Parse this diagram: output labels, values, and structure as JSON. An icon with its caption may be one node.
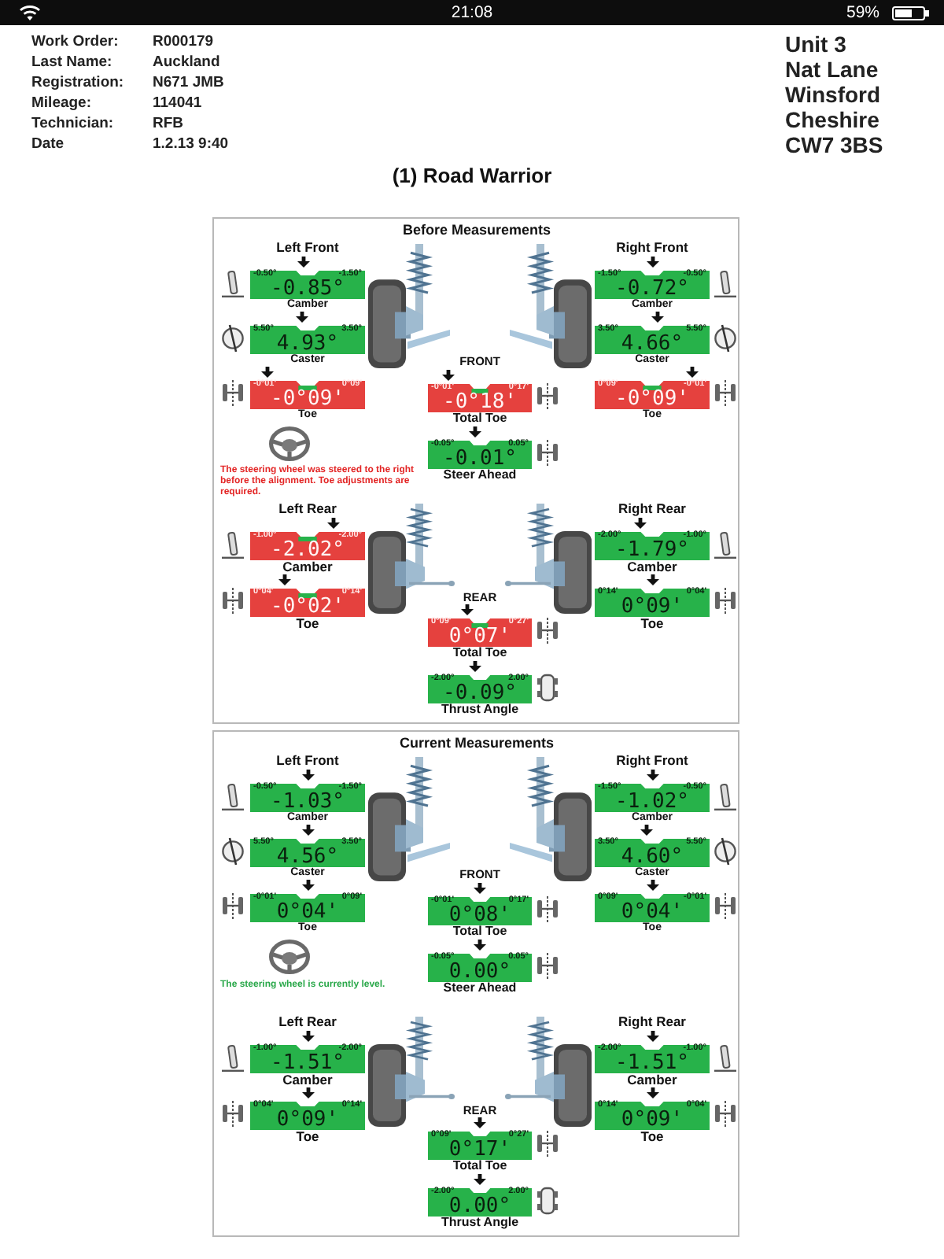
{
  "diagram": {
    "title": "(1) Road Warrior",
    "nodes": [
      {
        "text": [
          "Before Measurements"
        ]
      },
      {
        "text": [
          "-0.50°",
          "-1.50°",
          "-0.85°"
        ],
        "beside": [
          "Camber"
        ],
        "in": 0
      },
      {
        "text": [
          "-1.50°",
          "-0.50°",
          "-0.72°"
        ],
        "beside": [
          "Camber"
        ],
        "in": 0
      },
      {
        "text": [
          "5.50°",
          "3.50°",
          "4.93°"
        ],
        "beside": [
          "Caster"
        ],
        "in": 0
      },
      {
        "text": [
          "3.50°",
          "5.50°",
          "4.66°"
        ],
        "beside": [
          "Caster"
        ],
        "in": 0
      },
      {
        "text": [
          "-0°01'",
          "0°09'",
          "-0°09'"
        ],
        "beside": [
          "Toe"
        ],
        "in": 0
      },
      {
        "text": [
          "0°09'",
          "-0°01'",
          "-0°09'"
        ],
        "beside": [
          "Toe"
        ],
        "in": 0
      },
      {
        "text": [
          "-0°01'",
          "0°17'",
          "-0°18'"
        ],
        "beside": [
          "Total Toe"
        ],
        "in": 0
      },
      {
        "text": [
          "-0.05°",
          "0.05°",
          "-0.01°"
        ],
        "beside": [
          "Steer Ahead"
        ],
        "in": 0
      },
      {
        "text": [
          "-1.00°",
          "-2.00°",
          "-2.02°"
        ],
        "beside": [
          "Camber"
        ],
        "in": 0
      },
      {
        "text": [
          "-2.00°",
          "-1.00°",
          "-1.79°"
        ],
        "beside": [
          "Camber"
        ],
        "in": 0
      },
      {
        "text": [
          "0°04'",
          "0°14'",
          "-0°02'"
        ],
        "beside": [
          "Toe"
        ],
        "in": 0
      },
      {
        "text": [
          "0°14'",
          "0°04'",
          "0°09'"
        ],
        "beside": [
          "Toe"
        ],
        "in": 0
      },
      {
        "text": [
          "0°09'",
          "0°27'",
          "0°07'"
        ],
        "beside": [
          "Total Toe"
        ],
        "in": 0
      },
      {
        "text": [
          "-2.00°",
          "2.00°",
          "-0.09°"
        ],
        "beside": [
          "Thrust Angle"
        ],
        "in": 0
      },
      {
        "text": [
          "Current Measurements"
        ]
      },
      {
        "text": [
          "-0.50°",
          "-1.50°",
          "-1.03°"
        ],
        "beside": [
          "Camber"
        ],
        "in": 15
      },
      {
        "text": [
          "-1.50°",
          "-0.50°",
          "-1.02°"
        ],
        "beside": [
          "Camber"
        ],
        "in": 15
      },
      {
        "text": [
          "5.50°",
          "3.50°",
          "4.56°"
        ],
        "beside": [
          "Caster"
        ],
        "in": 15
      },
      {
        "text": [
          "3.50°",
          "5.50°",
          "4.60°"
        ],
        "beside": [
          "Caster"
        ],
        "in": 15
      },
      {
        "text": [
          "-0°01'",
          "0°09'",
          "0°04'"
        ],
        "beside": [
          "Toe"
        ],
        "in": 15
      },
      {
        "text": [
          "0°09'",
          "-0°01'",
          "0°04'"
        ],
        "beside": [
          "Toe"
        ],
        "in": 15
      },
      {
        "text": [
          "-0°01'",
          "0°17'",
          "0°08'"
        ],
        "beside": [
          "Total Toe"
        ],
        "in": 15
      },
      {
        "text": [
          "-0.05°",
          "0.05°",
          "0.00°"
        ],
        "beside": [
          "Steer Ahead"
        ],
        "in": 15
      },
      {
        "text": [
          "-1.00°",
          "-2.00°",
          "-1.51°"
        ],
        "beside": [
          "Camber"
        ],
        "in": 15
      },
      {
        "text": [
          "-2.00°",
          "-1.00°",
          "-1.51°"
        ],
        "beside": [
          "Camber"
        ],
        "in": 15
      },
      {
        "text": [
          "0°04'",
          "0°14'",
          "0°09'"
        ],
        "beside": [
          "Toe"
        ],
        "in": 15
      },
      {
        "text": [
          "0°14'",
          "0°04'",
          "0°09'"
        ],
        "beside": [
          "Toe"
        ],
        "in": 15
      },
      {
        "text": [
          "0°09'",
          "0°27'",
          "0°17'"
        ],
        "beside": [
          "Total Toe"
        ],
        "in": 15
      },
      {
        "text": [
          "-2.00°",
          "2.00°",
          "0.00°"
        ],
        "beside": [
          "Thrust Angle"
        ],
        "in": 15
      }
    ],
    "edges": [],
    "labels": [
      "21:08",
      "59%",
      "Work Order:",
      "R000179",
      "Last Name:",
      "Auckland",
      "Registration:",
      "N671 JMB",
      "Mileage:",
      "114041",
      "Technician:",
      "RFB",
      "Date",
      "1.2.13 9:40",
      "Unit 3 Nat Lane Winsford Cheshire CW7 3BS",
      "Left Front",
      "Right Front",
      "FRONT",
      "The steering wheel was steered to the right before the alignment. Toe adjustments are required.",
      "Left Rear",
      "Right Rear",
      "REAR",
      "Left Front",
      "Right Front",
      "FRONT",
      "The steering wheel is currently level.",
      "Left Rear",
      "Right Rear",
      "REAR"
    ]
  }
}
